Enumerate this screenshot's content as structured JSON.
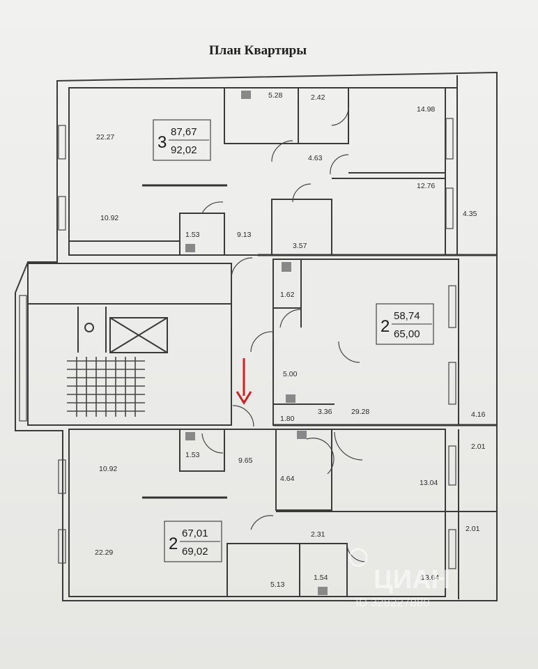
{
  "title": "План Квартиры",
  "watermark": {
    "brand": "ЦИАН",
    "id": "ID 328227880"
  },
  "apartments": [
    {
      "rooms": "3",
      "living": "87,67",
      "total": "92,02"
    },
    {
      "rooms": "2",
      "living": "58,74",
      "total": "65,00"
    },
    {
      "rooms": "2",
      "living": "67,01",
      "total": "69,02"
    }
  ],
  "room_areas": {
    "a3_room_big": "22.27",
    "a3_room_small": "10.92",
    "a3_kitchen": "5.28",
    "a3_bath": "2.42",
    "a3_hall": "4.63",
    "a3_bed_top": "14.98",
    "a3_bed_mid": "12.76",
    "a3_balcony": "4.35",
    "a3_wc": "1.53",
    "a3_corridor": "9.13",
    "a3_storage": "3.57",
    "a2_wc": "1.62",
    "a2_hall": "5.00",
    "a2_bath": "1.80",
    "a2_nook": "3.36",
    "a2_room": "29.28",
    "a2_balcony": "4.16",
    "b2_wc": "1.53",
    "b2_corridor": "9.65",
    "b2_room_small": "10.92",
    "b2_bath": "4.64",
    "b2_bed": "13.04",
    "b2_balc_top": "2.01",
    "b2_balc_bot": "2.01",
    "b2_hall": "2.31",
    "b2_room_big": "22.29",
    "b2_kitchen": "5.13",
    "b2_wc2": "1.54",
    "b2_bed_bot": "13.64"
  },
  "colors": {
    "wall": "#3a3a3a",
    "line": "#555555",
    "arrow": "#d21f1f",
    "paper": "#eeeeec"
  }
}
